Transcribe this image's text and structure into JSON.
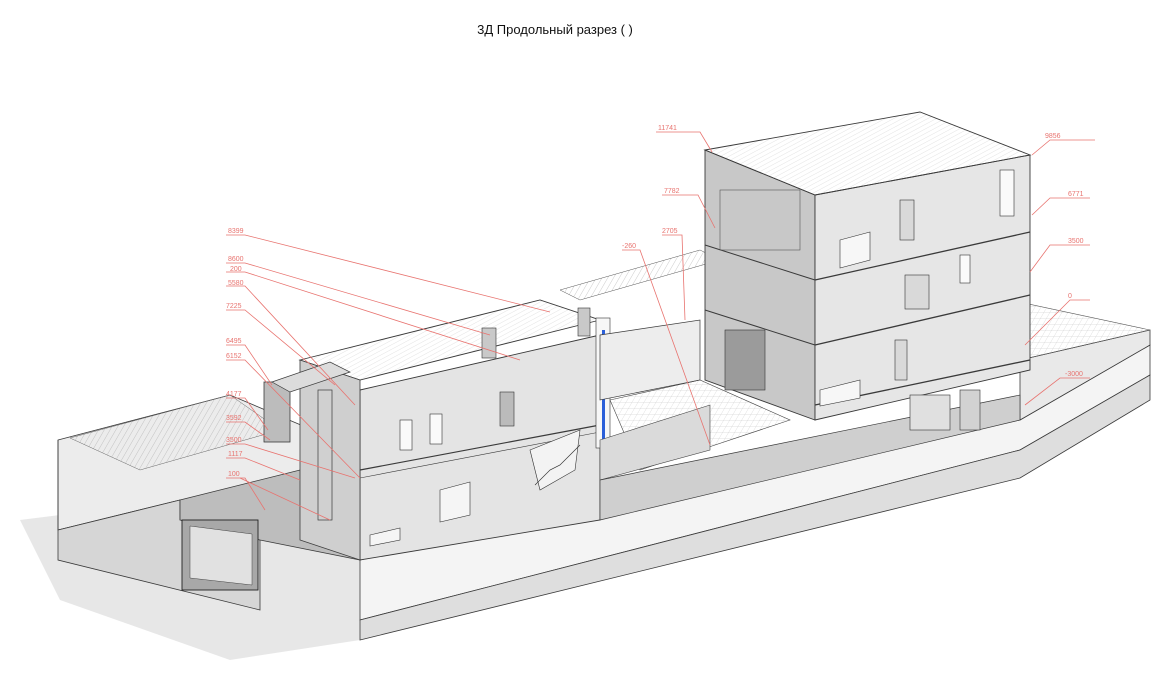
{
  "title": "3Д Продольный разрез ( )",
  "colors": {
    "annotation": "#e8736f",
    "outline": "#3a3a3a",
    "wall_light": "#f2f2f2",
    "wall_mid": "#d8d8d8",
    "wall_dark": "#a9a9a9",
    "shadow": "#d9d9d9",
    "glazing": "#2b5fd9"
  },
  "elevation_marks": [
    {
      "id": "m11741",
      "text": "11741"
    },
    {
      "id": "m9856",
      "text": "9856"
    },
    {
      "id": "m7782",
      "text": "7782"
    },
    {
      "id": "m2705",
      "text": "2705"
    },
    {
      "id": "mneg260",
      "text": "-260"
    },
    {
      "id": "m6771",
      "text": "6771"
    },
    {
      "id": "m3500r",
      "text": "3500"
    },
    {
      "id": "m0",
      "text": "0"
    },
    {
      "id": "mneg3000",
      "text": "-3000"
    },
    {
      "id": "m8399",
      "text": "8399"
    },
    {
      "id": "m8600",
      "text": "8600"
    },
    {
      "id": "m200",
      "text": "200"
    },
    {
      "id": "m5580",
      "text": "5580"
    },
    {
      "id": "m7225",
      "text": "7225"
    },
    {
      "id": "m6495",
      "text": "6495"
    },
    {
      "id": "m6152",
      "text": "6152"
    },
    {
      "id": "m4177",
      "text": "4177"
    },
    {
      "id": "m3592",
      "text": "3592"
    },
    {
      "id": "m3500l",
      "text": "3500"
    },
    {
      "id": "m1117",
      "text": "1117"
    },
    {
      "id": "m100",
      "text": "100"
    }
  ]
}
